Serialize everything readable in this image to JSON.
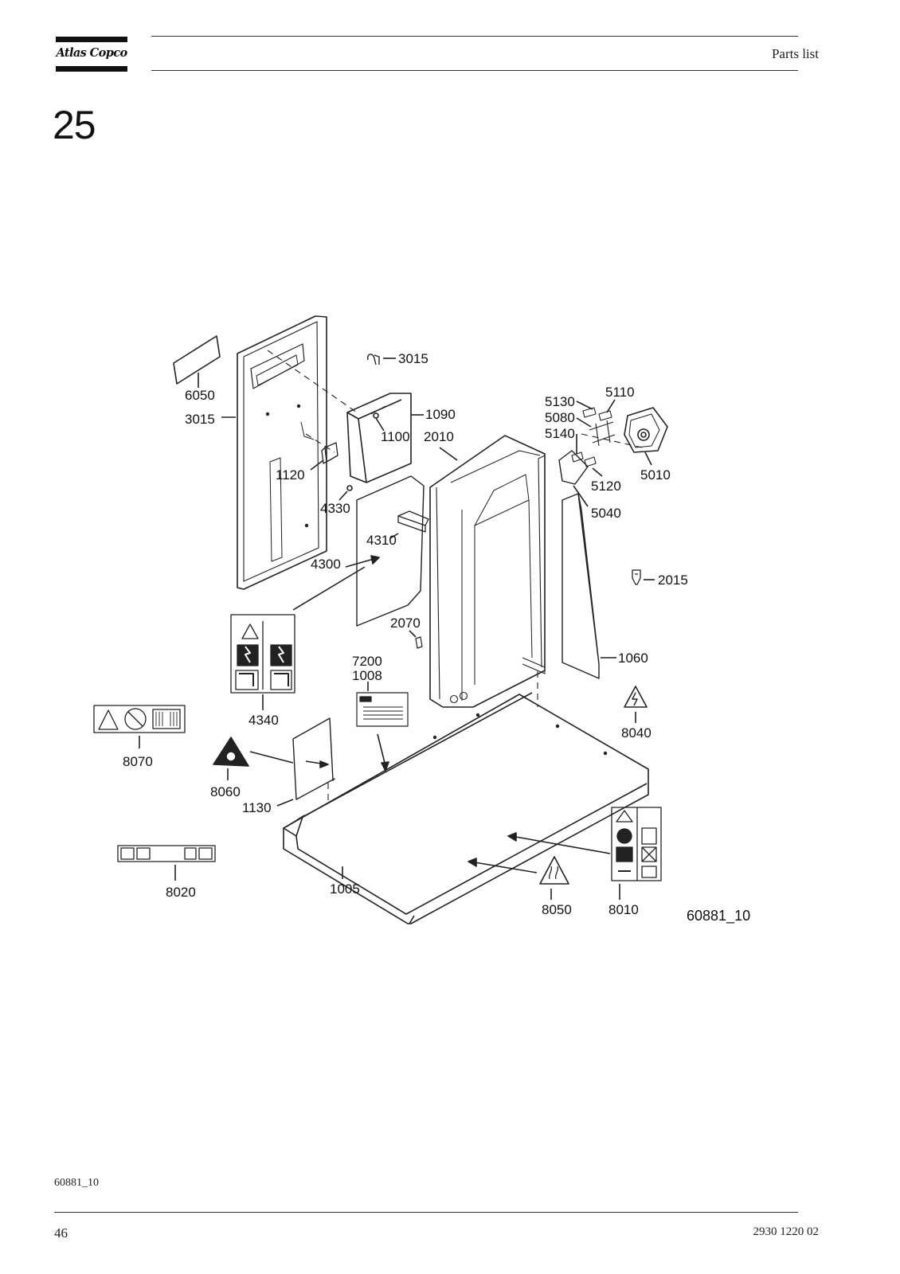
{
  "header": {
    "brand": "Atlas Copco",
    "title": "Parts list"
  },
  "section_number": "25",
  "figure": {
    "reference": "60881_10",
    "callouts": {
      "c6050": "6050",
      "c3015a": "3015",
      "c3015b": "3015",
      "c1090": "1090",
      "c1100": "1100",
      "c2010": "2010",
      "c1120": "1120",
      "c4330": "4330",
      "c4310": "4310",
      "c4300": "4300",
      "c5130": "5130",
      "c5110": "5110",
      "c5080": "5080",
      "c5140": "5140",
      "c5120": "5120",
      "c5010": "5010",
      "c5040": "5040",
      "c2015": "2015",
      "c2070": "2070",
      "c1060": "1060",
      "c4340": "4340",
      "c7200": "7200",
      "c1008": "1008",
      "c8040": "8040",
      "c8070": "8070",
      "c8060": "8060",
      "c1130": "1130",
      "c8020": "8020",
      "c1005": "1005",
      "c8050": "8050",
      "c8010": "8010"
    }
  },
  "footer": {
    "figure_ref": "60881_10",
    "page": "46",
    "doc_number": "2930 1220 02"
  }
}
